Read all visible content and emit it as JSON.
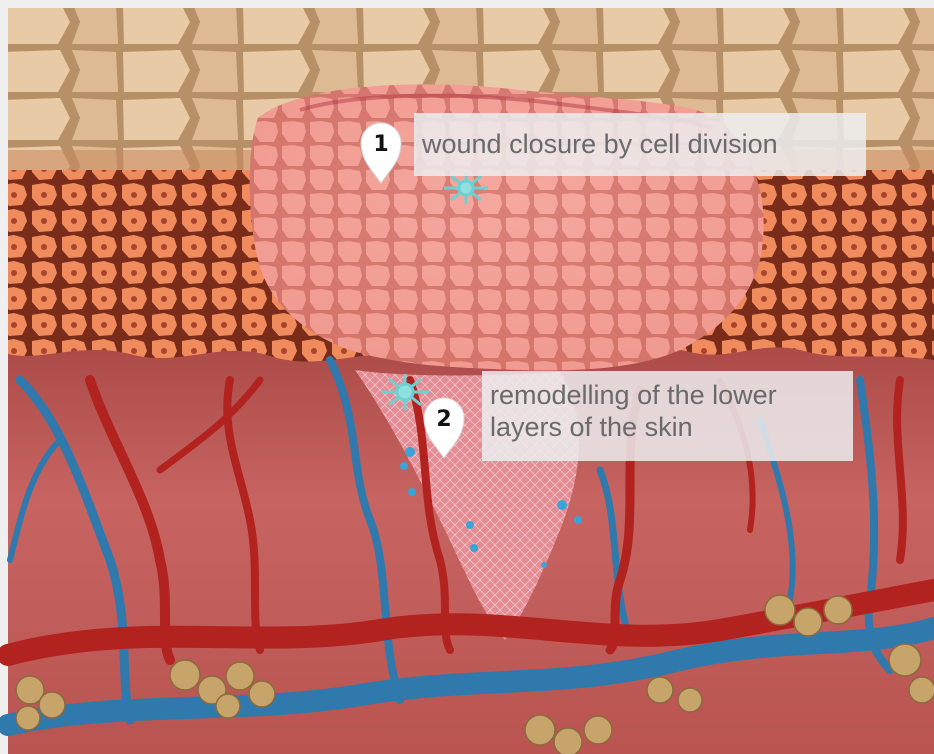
{
  "markers": [
    {
      "number": "1",
      "label": "wound closure by cell division"
    },
    {
      "number": "2",
      "label_line1": "remodelling of the lower",
      "label_line2": "layers of the skin"
    }
  ],
  "colors": {
    "surface": "#d6b58e",
    "epidermis_cells": "#e97e55",
    "wound_cells": "#f09a8f",
    "dermis": "#bb5552",
    "artery": "#b2221e",
    "vein": "#2f79ad",
    "fat": "#c7a46a"
  }
}
